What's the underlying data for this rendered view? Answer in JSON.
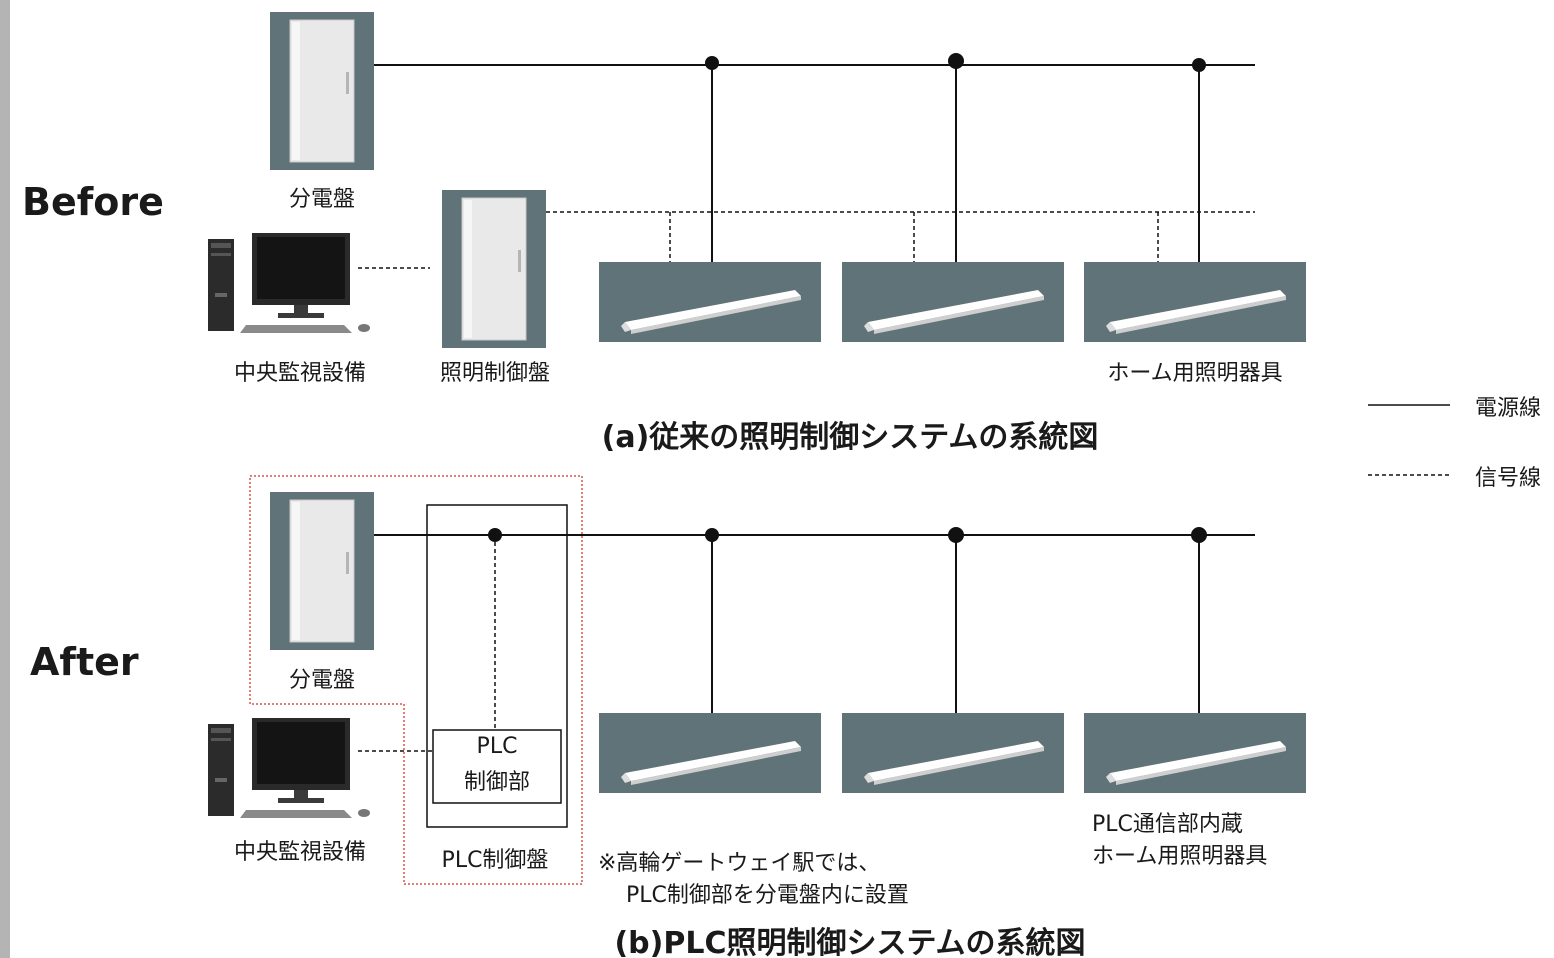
{
  "before": {
    "heading": "Before",
    "panel_label": "分電盤",
    "central_label": "中央監視設備",
    "control_panel_label": "照明制御盤",
    "fixtures_label": "ホーム用照明器具",
    "caption": "(a)従来の照明制御システムの系統図"
  },
  "after": {
    "heading": "After",
    "panel_label": "分電盤",
    "central_label": "中央監視設備",
    "plc_unit_label_line1": "PLC",
    "plc_unit_label_line2": "制御部",
    "plc_panel_label": "PLC制御盤",
    "note_line1": "※高輪ゲートウェイ駅では、",
    "note_line2": "PLC制御部を分電盤内に設置",
    "fixtures_label_line1": "PLC通信部内蔵",
    "fixtures_label_line2": "ホーム用照明器具",
    "caption": "(b)PLC照明制御システムの系統図"
  },
  "legend": {
    "power_line": "電源線",
    "signal_line": "信号線"
  }
}
